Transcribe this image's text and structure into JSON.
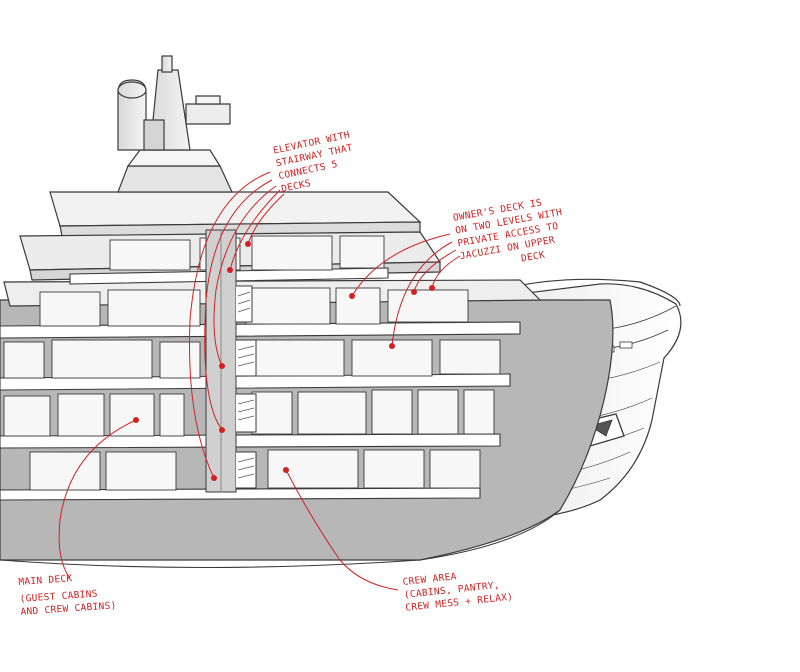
{
  "annotations": {
    "elevator": [
      "ELEVATOR WITH",
      "STAIRWAY THAT",
      "CONNECTS 5",
      "DECKS"
    ],
    "owners_deck": [
      "OWNER'S DECK IS",
      "ON TWO LEVELS WITH",
      "PRIVATE ACCESS TO",
      "JACUZZI ON UPPER",
      "DECK"
    ],
    "main_deck": [
      "MAIN DECK",
      "(GUEST CABINS",
      "AND CREW CABINS)"
    ],
    "crew_area": [
      "CREW AREA",
      "(CABINS, PANTRY,",
      "CREW MESS + RELAX)"
    ]
  },
  "colors": {
    "annotation": "#d42020",
    "hull_cut": "#b7b7b7",
    "line": "#3a3a3a",
    "paper": "#ffffff"
  }
}
